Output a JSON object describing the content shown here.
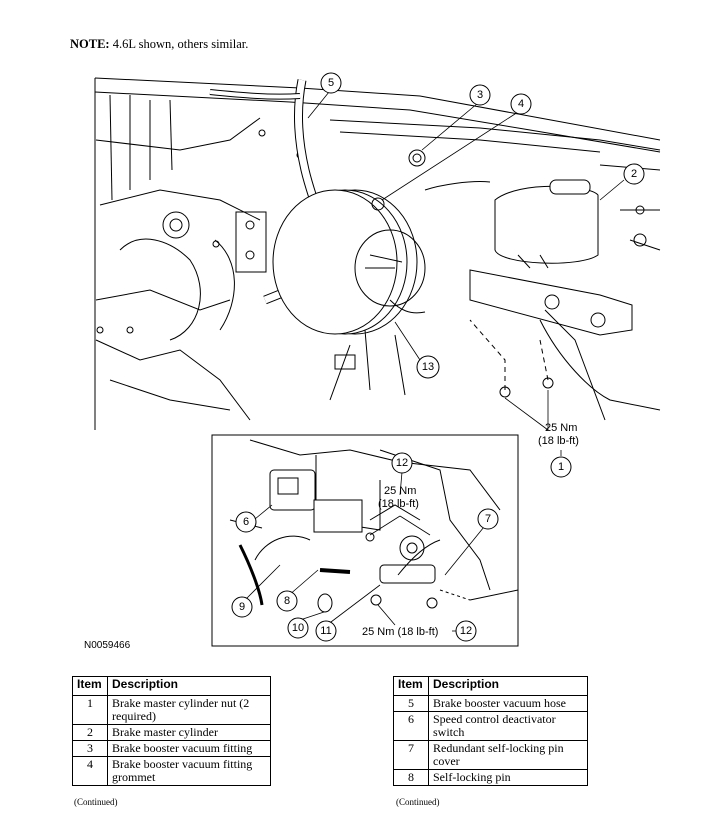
{
  "note": {
    "label": "NOTE:",
    "text": " 4.6L shown, others similar."
  },
  "figure": {
    "id": "N0059466",
    "callouts": {
      "c1": "1",
      "c2": "2",
      "c3": "3",
      "c4": "4",
      "c5": "5",
      "c6": "6",
      "c7": "7",
      "c8": "8",
      "c9": "9",
      "c10": "10",
      "c11": "11",
      "c12a": "12",
      "c12b": "12",
      "c13": "13"
    },
    "torque_main_nm": "25 Nm",
    "torque_main_lbft": "(18 lb-ft)",
    "torque_inset_nm": "25 Nm",
    "torque_inset_lbft": "(18 lb-ft)",
    "torque_inset_bottom": "25 Nm (18 lb-ft)"
  },
  "table_left": {
    "headers": [
      "Item",
      "Description"
    ],
    "rows": [
      {
        "item": "1",
        "description": "Brake master cylinder nut (2 required)"
      },
      {
        "item": "2",
        "description": "Brake master cylinder"
      },
      {
        "item": "3",
        "description": "Brake booster vacuum fitting"
      },
      {
        "item": "4",
        "description": "Brake booster vacuum fitting grommet"
      }
    ],
    "continued": "(Continued)"
  },
  "table_right": {
    "headers": [
      "Item",
      "Description"
    ],
    "rows": [
      {
        "item": "5",
        "description": "Brake booster vacuum hose"
      },
      {
        "item": "6",
        "description": "Speed control deactivator switch"
      },
      {
        "item": "7",
        "description": "Redundant self-locking pin cover"
      },
      {
        "item": "8",
        "description": "Self-locking pin"
      }
    ],
    "continued": "(Continued)"
  }
}
